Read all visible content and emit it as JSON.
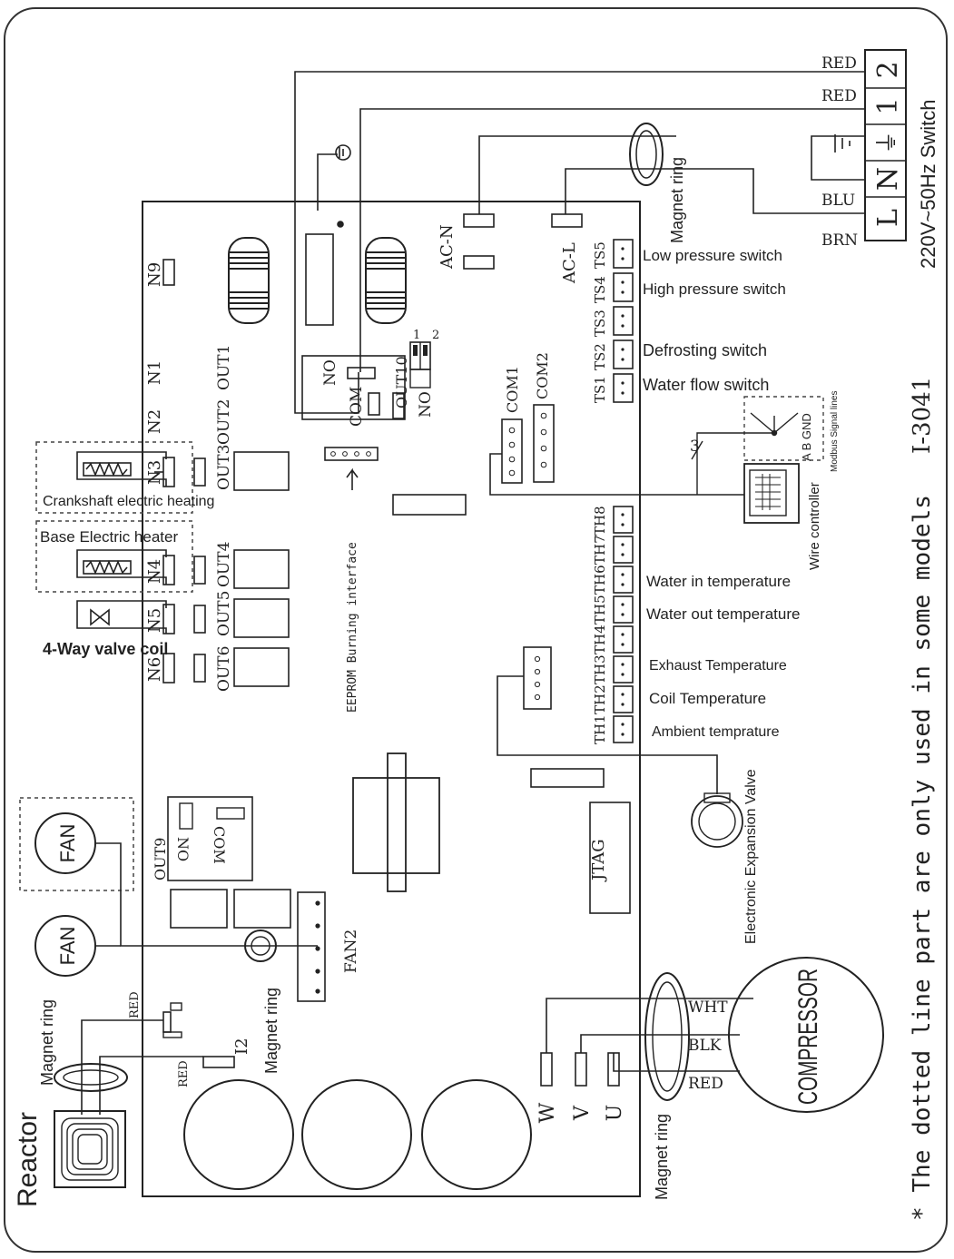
{
  "power": {
    "switch_label": "220V~50Hz Switch",
    "terminals": [
      "L",
      "N",
      "⏚",
      "1",
      "2"
    ],
    "wires": {
      "red1": "RED",
      "red2": "RED",
      "blu": "BLU",
      "brn": "BRN"
    },
    "magnet_ring": "Magnet ring"
  },
  "board": {
    "ac_n": "AC-N",
    "ac_l": "AC-L",
    "n9": "N9",
    "n1": "N1",
    "n2": "N2",
    "n3": "N3",
    "n4": "N4",
    "n5": "N5",
    "n6": "N6",
    "out1": "OUT1",
    "out2": "OUT2",
    "out3": "OUT3",
    "out4": "OUT4",
    "out5": "OUT5",
    "out6": "OUT6",
    "out9": "OUT9",
    "out10": "OUT10",
    "relay_no": "NO",
    "relay_com": "COM",
    "out10_no": "NO",
    "out10_pins": [
      "1",
      "2"
    ],
    "out9_no": "NO",
    "out9_com": "COM",
    "com1": "COM1",
    "com2": "COM2",
    "eeprom": "EEPROM Burning interface",
    "jtag": "JTAG",
    "fan2": "FAN2",
    "i2": "I2",
    "uvw": [
      "W",
      "V",
      "U"
    ]
  },
  "ts_labels": [
    "TS5",
    "TS4",
    "TS3",
    "TS2",
    "TS1"
  ],
  "th_labels": [
    "TH8",
    "TH7",
    "TH6",
    "TH5",
    "TH4",
    "TH3",
    "TH2",
    "TH1"
  ],
  "switches": {
    "low_pressure": "Low pressure switch",
    "high_pressure": "High pressure switch",
    "defrosting": "Defrosting switch",
    "water_flow": "Water flow switch"
  },
  "temps": {
    "water_in": "Water in temperature",
    "water_out": "Water out temperature",
    "exhaust": "Exhaust Temperature",
    "coil": "Coil Temperature",
    "ambient": "Ambient temprature"
  },
  "loads": {
    "crankshaft": "Crankshaft electric heating",
    "base_heater": "Base Electric heater",
    "four_way": "4-Way valve coil"
  },
  "controller": {
    "wire_controller": "Wire controller",
    "modbus": "Modbus Signal lines",
    "abgnd": "A B GND",
    "three": "3"
  },
  "components": {
    "fan1": "FAN",
    "fan2": "FAN",
    "reactor": "Reactor",
    "magnet_ring_reactor": "Magnet ring",
    "magnet_ring_fan": "Magnet ring",
    "magnet_ring_comp": "Magnet ring",
    "expansion_valve": "Electronic Expansion Valve",
    "compressor": "COMPRESSOR",
    "wht": "WHT",
    "blk": "BLK",
    "red": "RED",
    "reactor_red1": "RED",
    "reactor_red2": "RED"
  },
  "model_code": "I-3041",
  "footnote": "* The dotted line part are only used in some models"
}
